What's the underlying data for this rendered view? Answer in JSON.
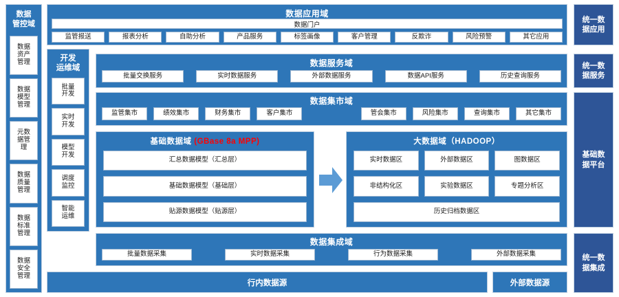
{
  "governance": {
    "title": "数据\n管控域",
    "title_lines": [
      "数据",
      "管控域"
    ],
    "items": [
      {
        "label": "数据\n资产\n管理",
        "lines": [
          "数据",
          "资产",
          "管理"
        ]
      },
      {
        "label": "数据\n模型\n管理",
        "lines": [
          "数据",
          "模型",
          "管理"
        ]
      },
      {
        "label": "元数\n据管\n理",
        "lines": [
          "元数",
          "据管",
          "理"
        ]
      },
      {
        "label": "数据\n质量\n管理",
        "lines": [
          "数据",
          "质量",
          "管理"
        ]
      },
      {
        "label": "数据\n标准\n管理",
        "lines": [
          "数据",
          "标准",
          "管理"
        ]
      },
      {
        "label": "数据\n安全\n管理",
        "lines": [
          "数据",
          "安全",
          "管理"
        ]
      }
    ]
  },
  "devops": {
    "title_lines": [
      "开发",
      "运维域"
    ],
    "items": [
      {
        "lines": [
          "批量",
          "开发"
        ]
      },
      {
        "lines": [
          "实时",
          "开发"
        ]
      },
      {
        "lines": [
          "模型",
          "开发"
        ]
      },
      {
        "lines": [
          "调度",
          "监控"
        ]
      },
      {
        "lines": [
          "智能",
          "运维"
        ]
      }
    ]
  },
  "app_domain": {
    "title": "数据应用域",
    "portal": "数据门户",
    "items": [
      "监管报送",
      "报表分析",
      "自助分析",
      "产品服务",
      "标签画像",
      "客户管理",
      "反欺诈",
      "风险预警",
      "其它应用"
    ]
  },
  "service_domain": {
    "title": "数据服务域",
    "items": [
      "批量交换服务",
      "实时数据服务",
      "外部数据服务",
      "数据API服务",
      "历史查询服务"
    ]
  },
  "mart_domain": {
    "title": "数据集市域",
    "items_left": [
      "监管集市",
      "绩效集市",
      "财务集市",
      "客户集市"
    ],
    "items_right": [
      "管会集市",
      "风险集市",
      "查询集市",
      "其它集市"
    ]
  },
  "basic_domain": {
    "title_main": "基础数据域 ",
    "title_tech": "(GBase 8a MPP)",
    "items": [
      "汇总数据模型（汇总层）",
      "基础数据模型（基础层）",
      "贴源数据模型（贴源层）"
    ]
  },
  "big_domain": {
    "title": "大数据域（HADOOP）",
    "row1": [
      "实时数据区",
      "外部数据区",
      "图数据区"
    ],
    "row2": [
      "非结构化区",
      "实验数据区",
      "专题分析区"
    ],
    "row3": [
      "历史归档数据区"
    ]
  },
  "integration_domain": {
    "title": "数据集成域",
    "items": [
      "批量数据采集",
      "实时数据采集",
      "行为数据采集",
      "外部数据采集"
    ]
  },
  "sources": {
    "internal": "行内数据源",
    "external": "外部数据源"
  },
  "rail": {
    "app": [
      "统一数",
      "据应用"
    ],
    "service": [
      "统一数",
      "据服务"
    ],
    "platform": [
      "基础数",
      "据平台"
    ],
    "integration": [
      "统一数",
      "据集成"
    ]
  },
  "colors": {
    "panel_blue": "#2E76B8",
    "rail_navy": "#2E5597",
    "arrow_blue": "#5B9BD5",
    "accent_red": "#FF0000",
    "chip_white": "#FFFFFF"
  }
}
